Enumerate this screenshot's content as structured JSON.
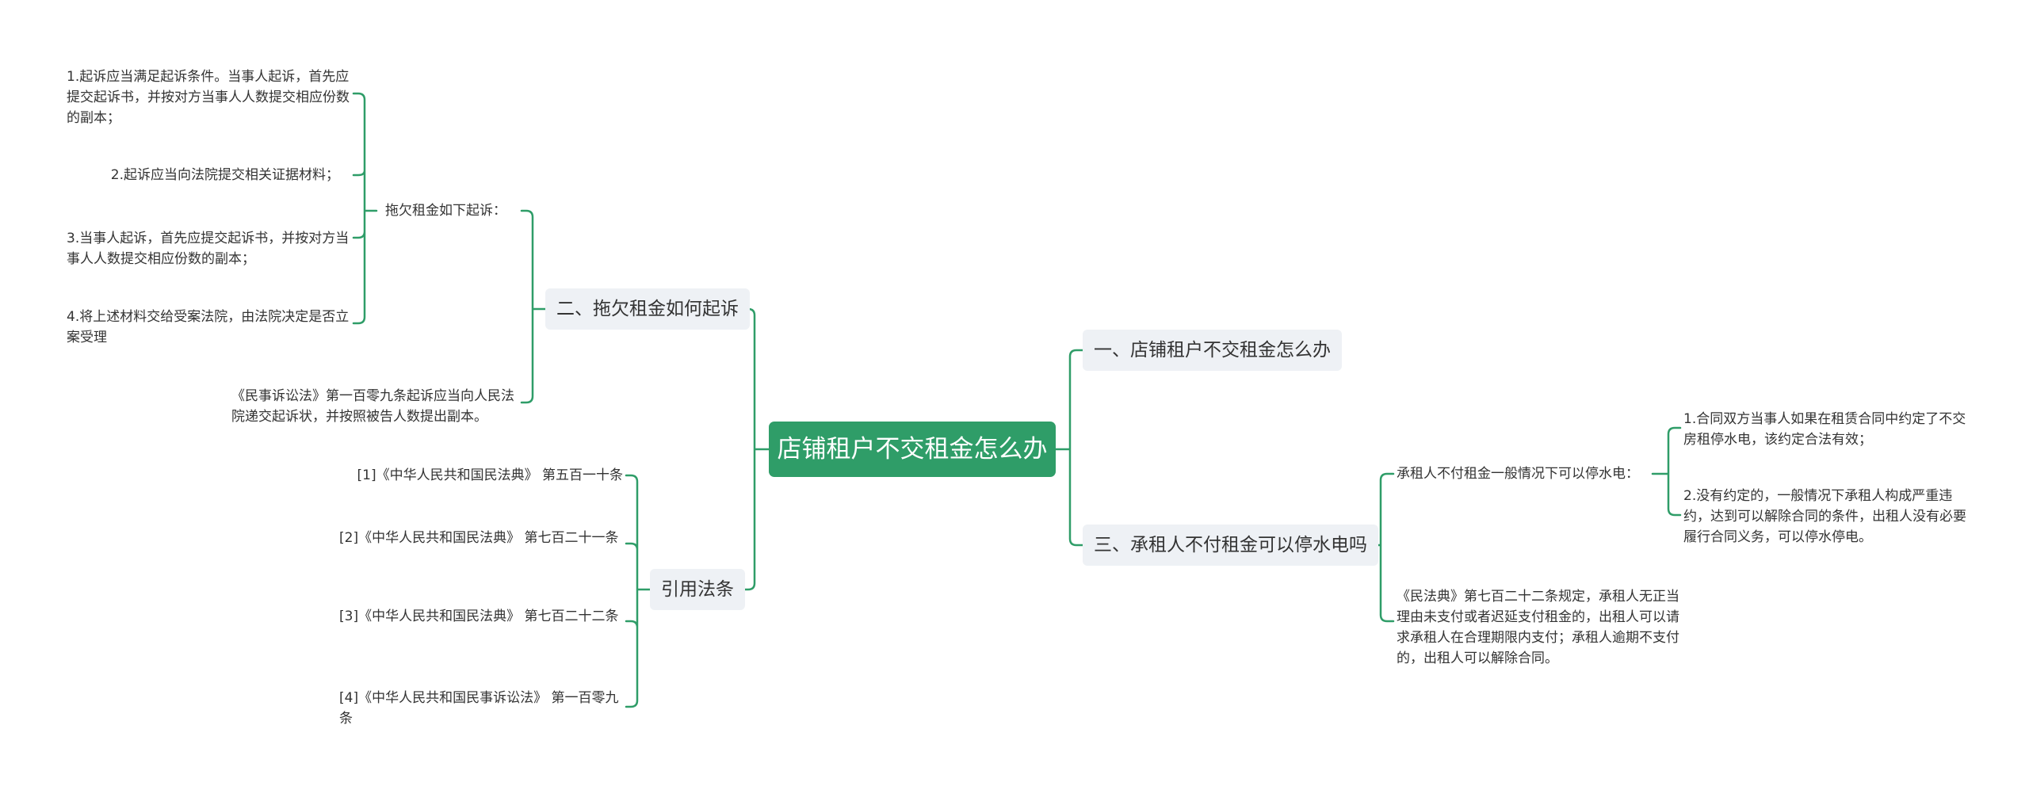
{
  "root": {
    "title": "店铺租户不交租金怎么办"
  },
  "right": {
    "b1": {
      "title": "一、店铺租户不交租金怎么办"
    },
    "b3": {
      "title": "三、承租人不付租金可以停水电吗",
      "group_label": "承租人不付租金一般情况下可以停水电：",
      "items": [
        "1.合同双方当事人如果在租赁合同中约定了不交房租停水电，该约定合法有效；",
        "2.没有约定的，一般情况下承租人构成严重违约，达到可以解除合同的条件，出租人没有必要履行合同义务，可以停水停电。"
      ],
      "law_text": "《民法典》第七百二十二条规定，承租人无正当理由未支付或者迟延支付租金的，出租人可以请求承租人在合理期限内支付；承租人逾期不支付的，出租人可以解除合同。"
    }
  },
  "left": {
    "b2": {
      "title": "二、拖欠租金如何起诉",
      "group_label": "拖欠租金如下起诉：",
      "items": [
        "1.起诉应当满足起诉条件。当事人起诉，首先应提交起诉书，并按对方当事人人数提交相应份数的副本；",
        "2.起诉应当向法院提交相关证据材料；",
        "3.当事人起诉，首先应提交起诉书，并按对方当事人人数提交相应份数的副本；",
        "4.将上述材料交给受案法院，由法院决定是否立案受理"
      ],
      "law_text": "《民事诉讼法》第一百零九条起诉应当向人民法院递交起诉状，并按照被告人数提出副本。"
    },
    "refs": {
      "title": "引用法条",
      "items": [
        "[1]《中华人民共和国民法典》 第五百一十条",
        "[2]《中华人民共和国民法典》 第七百二十一条",
        "[3]《中华人民共和国民法典》 第七百二十二条",
        "[4]《中华人民共和国民事诉讼法》 第一百零九条"
      ]
    }
  },
  "colors": {
    "root_fill": "#2f9d68",
    "connector": "#2f9d68",
    "subtopic_fill": "#eef1f5"
  }
}
